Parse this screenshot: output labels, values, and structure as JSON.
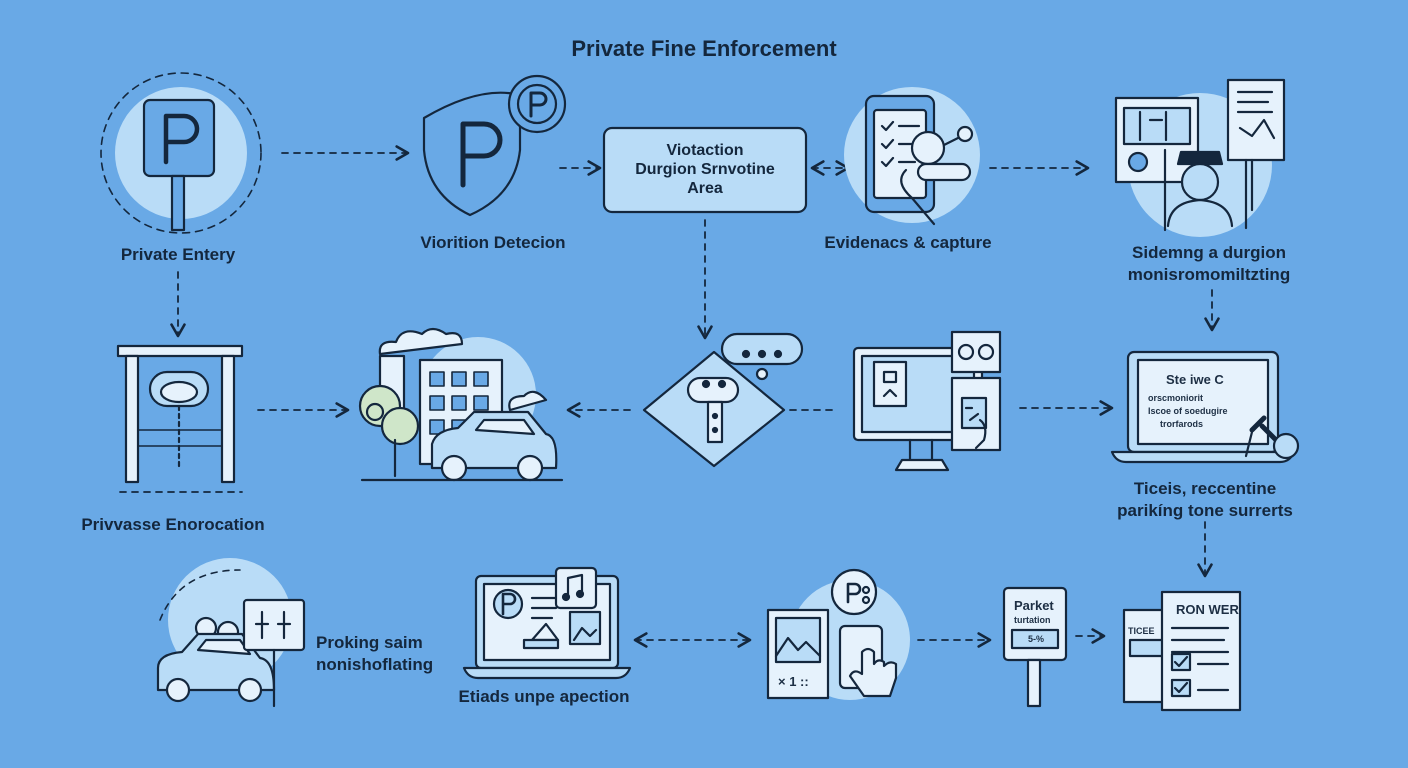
{
  "title": "Private Fine Enforcement",
  "colors": {
    "background": "#69a9e6",
    "ink": "#14273d",
    "panel": "#b9dcf7",
    "accent": "#cfe6c9"
  },
  "nodes": {
    "private_entry": "Private Entery",
    "violation_detection": "Viorition Detecion",
    "violation_box": [
      "Viotaction",
      "Durgion Srnvotine",
      "Area"
    ],
    "evidence_capture": "Evidenacs & capture",
    "sidemng": [
      "Sidemng a durgion",
      "monisromomiltzting"
    ],
    "privasse_enorocation": "Privvasse Enorocation",
    "tickets": [
      "Ticeis, reccentine",
      "parikíng tone surrerts"
    ],
    "proking": [
      "Proking saim",
      "nonishoflating"
    ],
    "etiads": "Etiads unpe apection"
  },
  "screen_text": [
    "Ste iwe C",
    "orscmoniorit",
    "Iscoe of soedugire",
    "trorfarods"
  ],
  "sign_text": [
    "Parket",
    "turtation",
    "5-%"
  ],
  "doc_text": {
    "back": "TICEE",
    "front": "RON WER"
  },
  "pad_text": "× 1 ::",
  "icons": [
    "parking-sign-icon",
    "shield-parking-icon",
    "phone-checklist-icon",
    "officer-board-icon",
    "gate-sensor-icon",
    "city-car-icon",
    "camera-diamond-icon",
    "monitor-icon",
    "laptop-screen-icon",
    "car-person-icon",
    "laptop-media-icon",
    "tablet-touch-icon",
    "parking-post-icon",
    "document-checklist-icon"
  ]
}
